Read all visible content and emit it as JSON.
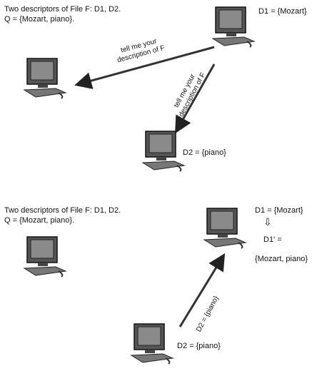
{
  "panel1": {
    "intro_line1": "Two descriptors of File F: D1, D2.",
    "intro_line2": "Q = {Mozart, piano}.",
    "d1_label": "D1 = {Mozart}",
    "d2_label": "D2 = {piano}",
    "arrow_left_label_line1": "tell me your",
    "arrow_left_label_line2": "description of F",
    "arrow_down_label_line1": "tell me your",
    "arrow_down_label_line2": "description of F"
  },
  "panel2": {
    "intro_line1": "Two descriptors of File F: D1, D2.",
    "intro_line2": "Q = {Mozart, piano}.",
    "d1_label": "D1 = {Mozart}",
    "transform_arrow": "⇩",
    "d1_prime_label": "D1' =",
    "d1_prime_value": "{Mozart, piano}",
    "d2_label": "D2 = {piano}",
    "arrow_up_label": "D2 = {piano}"
  },
  "icons": {
    "computer": "computer-icon"
  }
}
